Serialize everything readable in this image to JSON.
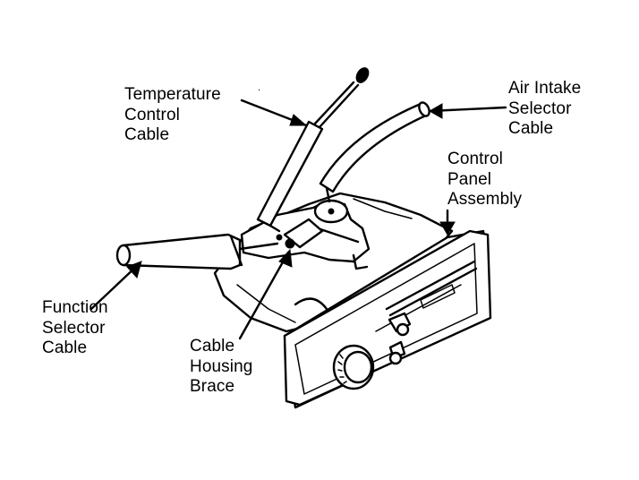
{
  "labels": {
    "temperature_control_cable": [
      "Temperature",
      "Control",
      "Cable"
    ],
    "air_intake_selector_cable": [
      "Air Intake",
      "Selector",
      "Cable"
    ],
    "control_panel_assembly": [
      "Control",
      "Panel",
      "Assembly"
    ],
    "function_selector_cable": [
      "Function",
      "Selector",
      "Cable"
    ],
    "cable_housing_brace": [
      "Cable",
      "Housing",
      "Brace"
    ]
  },
  "colors": {
    "ink": "#000000",
    "paper": "#ffffff"
  }
}
